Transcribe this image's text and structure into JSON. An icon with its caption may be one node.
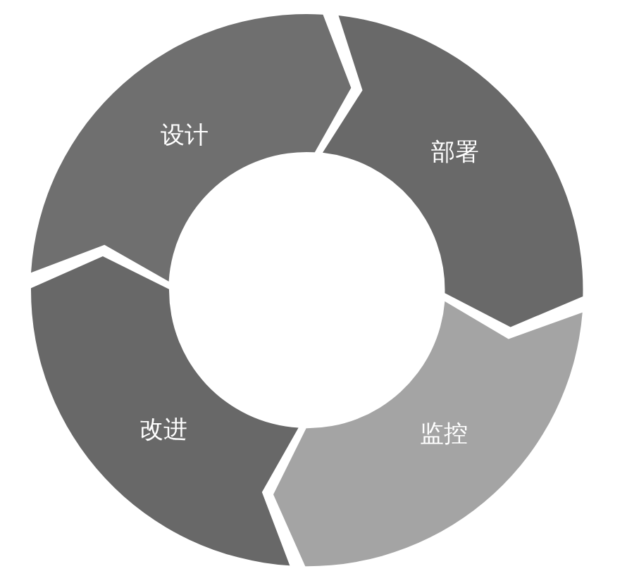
{
  "diagram": {
    "nodes": [
      {
        "text": [
          "设计"
        ]
      },
      {
        "text": [
          "部署"
        ]
      },
      {
        "text": [
          "监控"
        ]
      },
      {
        "text": [
          "改进"
        ]
      }
    ]
  }
}
